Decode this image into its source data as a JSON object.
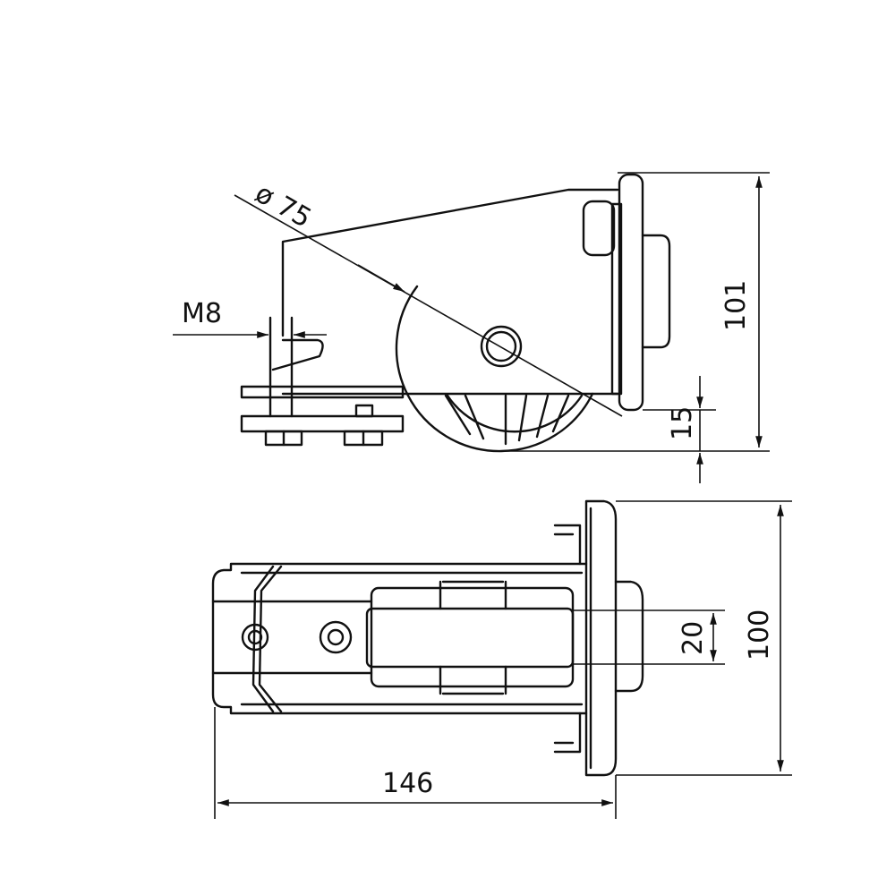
{
  "drawing": {
    "side_view": {
      "diameter_label": "ø 75",
      "thread_label": "M8",
      "height_label": "101",
      "offset_label": "15"
    },
    "top_view": {
      "width_label": "100",
      "wheel_width_label": "20",
      "length_label": "146"
    }
  },
  "colors": {
    "line": "#111111",
    "background": "#ffffff"
  }
}
